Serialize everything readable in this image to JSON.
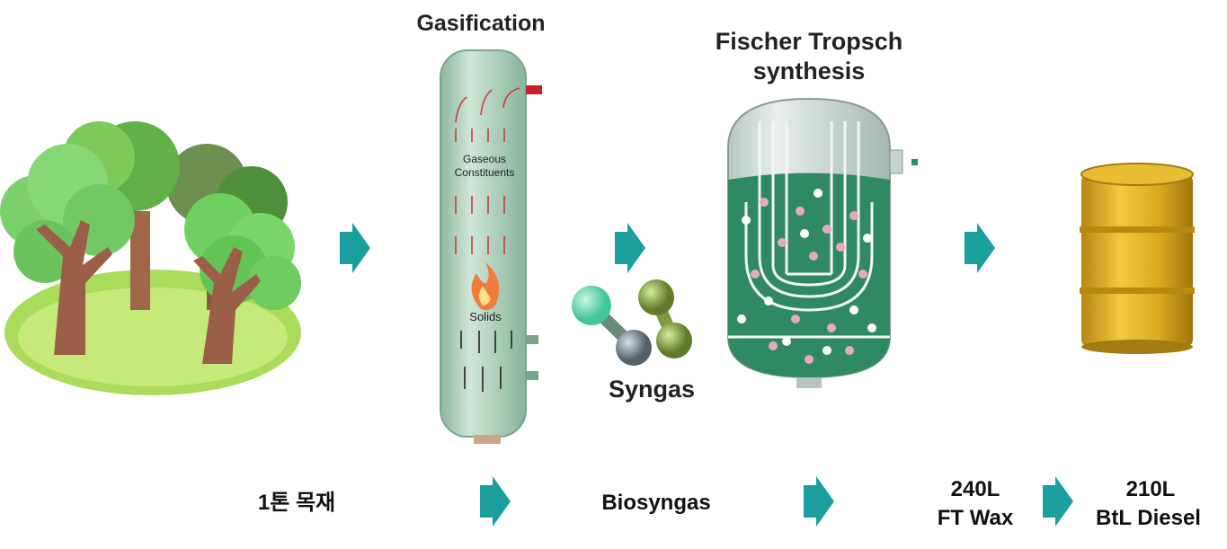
{
  "stages": {
    "gasification": {
      "title": "Gasification",
      "upper_label": "Gaseous Constituents",
      "lower_label": "Solids"
    },
    "syngas": {
      "label": "Syngas"
    },
    "fischer_tropsch": {
      "title": "Fischer Tropsch synthesis"
    }
  },
  "bottom_row": {
    "wood": "1톤 목재",
    "biosyngas": "Biosyngas",
    "ft_wax_amount": "240L",
    "ft_wax": "FT Wax",
    "diesel_amount": "210L",
    "diesel": "BtL Diesel"
  },
  "colors": {
    "arrow": "#1a9e9e",
    "column": "#a9cdb9",
    "reactor_liquid": "#2f8a63",
    "barrel": "#e3b22a"
  },
  "icons": [
    "tree-icon",
    "arrow-right-icon",
    "flame-icon",
    "molecule-icon",
    "barrel-icon"
  ]
}
